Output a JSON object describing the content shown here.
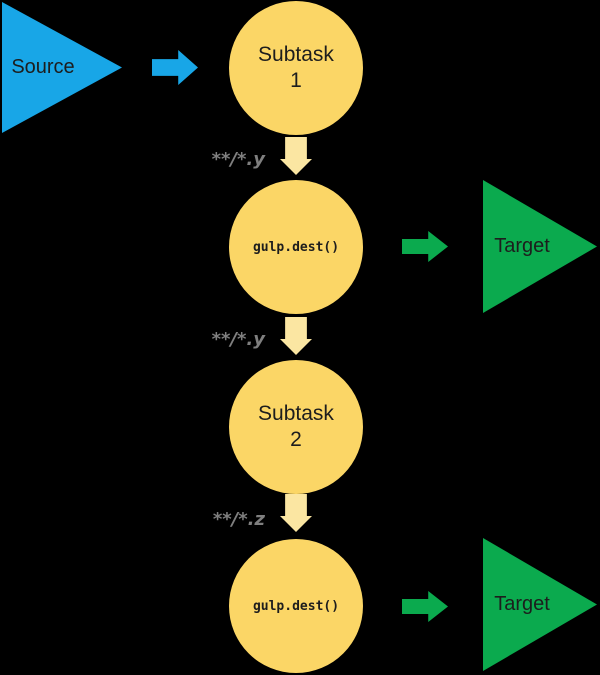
{
  "diagram": {
    "background": "#000000",
    "colors": {
      "background": "#000000",
      "blue": "#18A6E7",
      "green": "#0BAA4E",
      "yellow": "#FBD666",
      "pale_yellow": "#FBE6A2",
      "label_gray": "#7F7F7F",
      "text_dark": "#1D1D1D"
    },
    "source": {
      "label": "Source"
    },
    "subtask1": {
      "line1": "Subtask",
      "line2": "1"
    },
    "gulp_dest_1": {
      "label": "gulp.dest()"
    },
    "target_1": {
      "label": "Target"
    },
    "subtask2": {
      "line1": "Subtask",
      "line2": "2"
    },
    "gulp_dest_2": {
      "label": "gulp.dest()"
    },
    "target_2": {
      "label": "Target"
    },
    "edge_labels": {
      "after_subtask1": "**/*.y",
      "after_gulp_dest_1": "**/*.y",
      "after_subtask2": "**/*.z"
    }
  }
}
